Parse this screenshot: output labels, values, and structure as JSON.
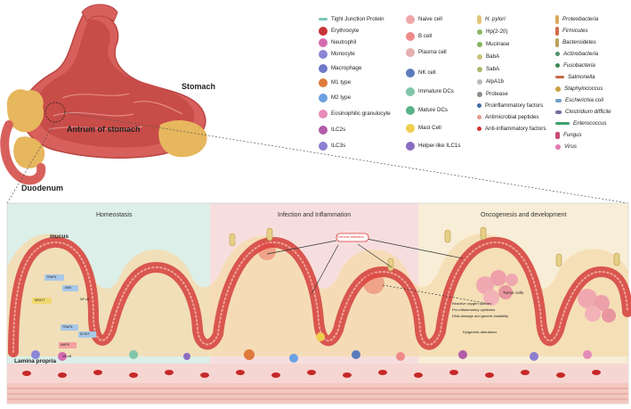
{
  "stomach": {
    "stomach_label": "Stomach",
    "antrum_label": "Antrum of stomach",
    "duodenum_label": "Duodenum"
  },
  "legend": {
    "col1": [
      {
        "name": "tight-junction-protein",
        "label": "Tight Junction Protein",
        "color": "#7cc6b8"
      },
      {
        "name": "erythrocyte",
        "label": "Erythrocyte",
        "color": "#c8343a"
      },
      {
        "name": "neutrophil",
        "label": "Neutrophil",
        "color": "#d66ab0"
      },
      {
        "name": "monocyte",
        "label": "Monocyte",
        "color": "#8c86d6"
      },
      {
        "name": "macrophage",
        "label": "Macrophage",
        "color": "#6f7ac8"
      },
      {
        "name": "m1-type",
        "label": "M1 type",
        "color": "#e07a3c"
      },
      {
        "name": "m2-type",
        "label": "M2 type",
        "color": "#6aa1e0"
      },
      {
        "name": "eosinophilic-granulocyte",
        "label": "Eosinophilic granulocyte",
        "color": "#e58bb8"
      },
      {
        "name": "ilc2s",
        "label": "ILC2s",
        "color": "#b35ca8"
      },
      {
        "name": "ilc3s",
        "label": "ILC3s",
        "color": "#8e7ed2"
      }
    ],
    "col2": [
      {
        "name": "naive-cell",
        "label": "Naive cell",
        "color": "#f0a7a7"
      },
      {
        "name": "b-cell",
        "label": "B cell",
        "color": "#f08a8a"
      },
      {
        "name": "plasma-cell",
        "label": "Plasma cell",
        "color": "#e7b0b0"
      },
      {
        "name": "nk-cell",
        "label": "NK cell",
        "color": "#5b7bbd"
      },
      {
        "name": "immature-dcs",
        "label": "Immature DCs",
        "color": "#7fc7a8"
      },
      {
        "name": "mature-dcs",
        "label": "Mature DCs",
        "color": "#5bb38a"
      },
      {
        "name": "mast-cell",
        "label": "Mast Cell",
        "color": "#f0cf4e"
      },
      {
        "name": "helper-like-ilc1s",
        "label": "Helper-like ILC1s",
        "color": "#8a6dc2"
      }
    ],
    "col3": [
      {
        "name": "h-pylori",
        "label": "H. pylori",
        "italic": true,
        "color": "#e2c57a"
      },
      {
        "name": "hp-2-20",
        "label": "Hp(2-20)",
        "color": "#8fb567"
      },
      {
        "name": "mucinase",
        "label": "Mucinase",
        "color": "#86b35c"
      },
      {
        "name": "baba",
        "label": "BabA",
        "color": "#c7c37a"
      },
      {
        "name": "saba",
        "label": "SabA",
        "color": "#a6b96b"
      },
      {
        "name": "alpa1b",
        "label": "AlpA1b",
        "color": "#b9b9b9"
      },
      {
        "name": "protease",
        "label": "Protease",
        "color": "#8a8a8a"
      },
      {
        "name": "proinflammatory-factors",
        "label": "Proinflammatory factors",
        "color": "#3e6ea8"
      },
      {
        "name": "antimicrobial-peptides",
        "label": "Antimicrobial peptides",
        "color": "#e59a8a"
      },
      {
        "name": "anti-inflammatory-factors",
        "label": "Anti-inflammatory factors",
        "color": "#d0342c"
      }
    ],
    "col4": [
      {
        "name": "proteobacteria",
        "label": "Proteobacteria",
        "color": "#d9a85a"
      },
      {
        "name": "firmicutes",
        "label": "Firmicutes",
        "color": "#d06a4a"
      },
      {
        "name": "bacteroidetes",
        "label": "Bacteroidetes",
        "color": "#b9a15a"
      },
      {
        "name": "actinobacteria",
        "label": "Actinobacteria",
        "color": "#4e8e6e"
      },
      {
        "name": "fusobacteria",
        "label": "Fusobacteria",
        "color": "#3e8a4e"
      },
      {
        "name": "salmonella",
        "label": "Salmonella",
        "color": "#c26a4a"
      },
      {
        "name": "staphylococcus",
        "label": "Staphylococcus",
        "color": "#c7a040"
      },
      {
        "name": "escherichia-coli",
        "label": "Escherichia coli",
        "color": "#6ea0c8"
      },
      {
        "name": "clostridium-difficile",
        "label": "Clostridium difficile",
        "color": "#6e6ea0"
      },
      {
        "name": "enterococcus",
        "label": "Enterococcus",
        "color": "#3ea06a"
      },
      {
        "name": "fungus",
        "label": "Fungus",
        "color": "#c94a7a"
      },
      {
        "name": "virus",
        "label": "Virus",
        "color": "#e07ab0"
      }
    ]
  },
  "panels": {
    "homeostasis": "Homeostasis",
    "infection": "Infection and Inflammation",
    "oncogenesis": "Oncogenesis and development"
  },
  "labels": {
    "mucus": "mucus",
    "lamina_propria": "Lamina propria",
    "chronic_infection": "Chronic infection",
    "tumor_cells": "Tumor cells",
    "ros": "Reactive oxygen species",
    "pro_cytokines": "Pro-inflammatory cytokines",
    "dna_damage": "DNA damage and genetic instability",
    "epigenetic": "Epigenetic alterations",
    "traf6_1": "TRAF6",
    "mkk": "MKK",
    "nfkb": "NF-κB",
    "traf6_2": "TRAF6",
    "ecsit": "ECSIT",
    "mapk": "MAPK",
    "nfkb2": "NF-κB",
    "mfat7": "MFAT7"
  },
  "colors": {
    "homeostasis_bg": "#dcefe8",
    "infection_bg": "#f7dede",
    "oncogenesis_bg": "#f8edd6",
    "tissue": "#d9564f",
    "mucus": "#f6dfb5"
  }
}
